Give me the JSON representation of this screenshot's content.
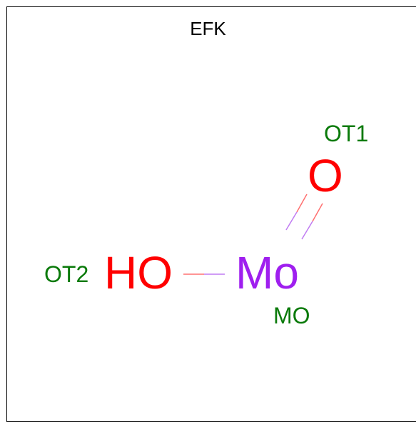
{
  "title": "EFK",
  "colors": {
    "oxygen": "#ff0000",
    "molybdenum": "#9f1fef",
    "atom_name": "#0a7a0a",
    "frame": "#000000",
    "bond_oxygen": "#ff7070",
    "bond_molybdenum": "#c07cf2"
  },
  "atoms": [
    {
      "id": "OT1",
      "symbol": "O",
      "name": "OT1",
      "element": "oxygen"
    },
    {
      "id": "OT2",
      "symbol": "HO",
      "name": "OT2",
      "element": "oxygen"
    },
    {
      "id": "MO",
      "symbol": "Mo",
      "name": "MO",
      "element": "molybdenum"
    }
  ],
  "bonds": [
    {
      "from": "OT1",
      "to": "MO",
      "order": 2
    },
    {
      "from": "OT2",
      "to": "MO",
      "order": 1
    }
  ]
}
